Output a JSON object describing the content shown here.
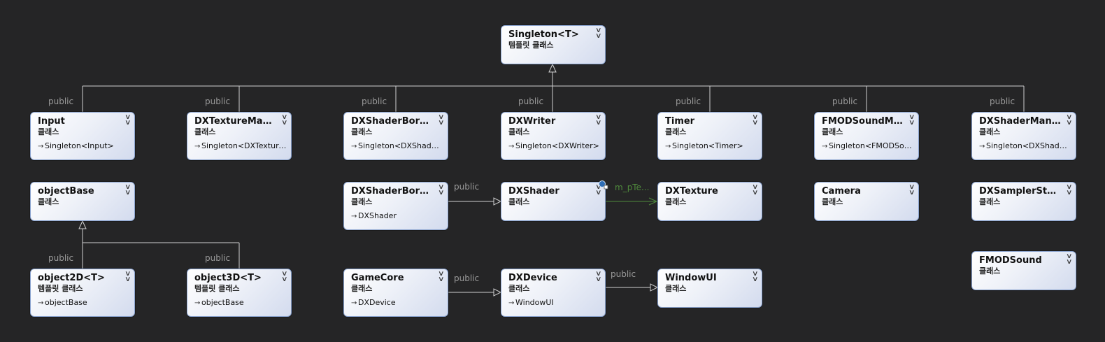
{
  "nodes": {
    "singleton": {
      "title": "Singleton<T>",
      "kind": "템플릿 클래스"
    },
    "input": {
      "title": "Input",
      "kind": "클래스",
      "base": "Singleton<Input>"
    },
    "dxtexturemanager": {
      "title": "DXTextureMana...",
      "kind": "클래스",
      "base": "Singleton<DXTexture..."
    },
    "dxshaderborderm": {
      "title": "DXShaderBorde...",
      "kind": "클래스",
      "base": "Singleton<DXShader..."
    },
    "dxwriter": {
      "title": "DXWriter",
      "kind": "클래스",
      "base": "Singleton<DXWriter>"
    },
    "timer": {
      "title": "Timer",
      "kind": "클래스",
      "base": "Singleton<Timer>"
    },
    "fmodsoundmanager": {
      "title": "FMODSoundMa...",
      "kind": "클래스",
      "base": "Singleton<FMODSou..."
    },
    "dxshadermanager": {
      "title": "DXShaderMana...",
      "kind": "클래스",
      "base": "Singleton<DXShader..."
    },
    "objectbase": {
      "title": "objectBase",
      "kind": "클래스"
    },
    "dxshaderborder": {
      "title": "DXShaderBorder",
      "kind": "클래스",
      "base": "DXShader"
    },
    "dxshader": {
      "title": "DXShader",
      "kind": "클래스"
    },
    "dxtexture": {
      "title": "DXTexture",
      "kind": "클래스"
    },
    "camera": {
      "title": "Camera",
      "kind": "클래스"
    },
    "dxsamplerstate": {
      "title": "DXSamplerState",
      "kind": "클래스"
    },
    "fmodsound": {
      "title": "FMODSound",
      "kind": "클래스"
    },
    "object2d": {
      "title": "object2D<T>",
      "kind": "템플릿 클래스",
      "base": "objectBase"
    },
    "object3d": {
      "title": "object3D<T>",
      "kind": "템플릿 클래스",
      "base": "objectBase"
    },
    "gamecore": {
      "title": "GameCore",
      "kind": "클래스",
      "base": "DXDevice"
    },
    "dxdevice": {
      "title": "DXDevice",
      "kind": "클래스",
      "base": "WindowUI"
    },
    "windowui": {
      "title": "WindowUI",
      "kind": "클래스"
    }
  },
  "labels": {
    "public": "public",
    "association": "m_pTe..."
  },
  "colors": {
    "background": "#252526",
    "connector": "#d0d0d0",
    "association": "#4f8a3c",
    "label": "#9a9a9a"
  }
}
